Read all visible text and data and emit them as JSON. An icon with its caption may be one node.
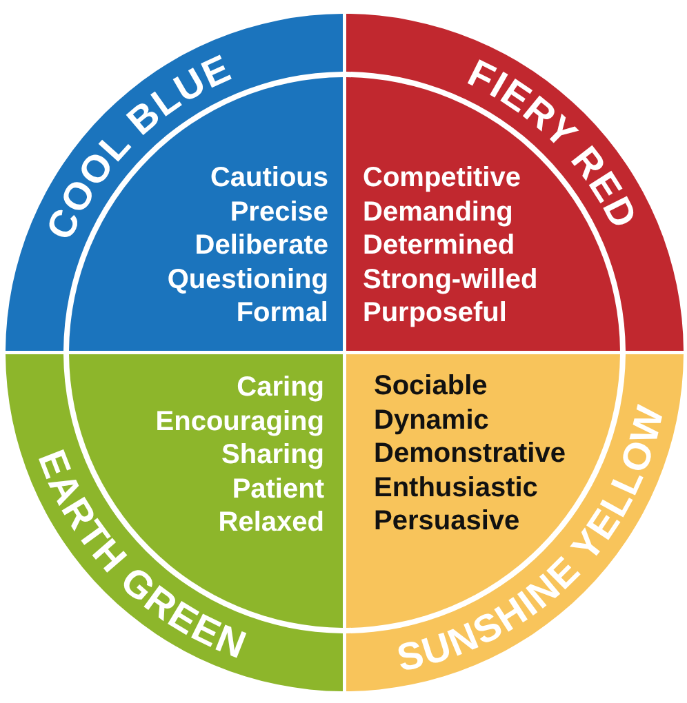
{
  "diagram": {
    "nodes": [
      {
        "text": [
          "COOL BLUE",
          "Cautious",
          "Precise",
          "Deliberate",
          "Questioning",
          "Formal"
        ]
      },
      {
        "text": [
          "FIERY RED",
          "Competitive",
          "Demanding",
          "Determined",
          "Strong-willed",
          "Purposeful"
        ]
      },
      {
        "text": [
          "EARTH GREEN",
          "Caring",
          "Encouraging",
          "Sharing",
          "Patient",
          "Relaxed"
        ]
      },
      {
        "text": [
          "SUNSHINE YELLOW",
          "Sociable",
          "Dynamic",
          "Demonstrative",
          "Enthusiastic",
          "Persuasive"
        ]
      }
    ]
  }
}
